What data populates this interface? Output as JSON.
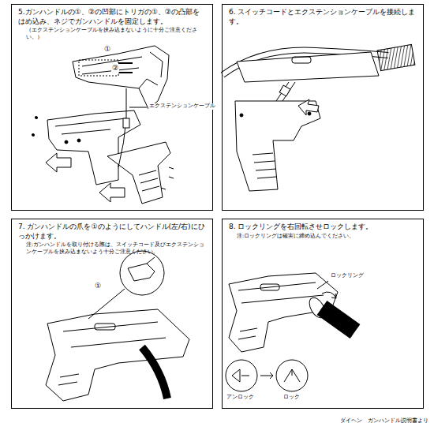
{
  "diagram": {
    "caption": "ダイヘン　ガンハンドル説明書より",
    "nodes": [
      {
        "text": [
          "5.ガンハンドルの①、②の凹部にトリガの①、②の凸部をはめ込み、ネジでガンハンドルを固定します。",
          "（エクステンションケーブルを挟み込まないように十分ご注意ください。）"
        ]
      },
      {
        "text": [
          "6. スイッチコードとエクステンションケーブルを接続します。"
        ]
      },
      {
        "text": [
          "7. ガンハンドルの爪を①のようにしてハンドル(左/右)にひっかけます。",
          "注:ガンハンドルを取り付ける際は、スイッチコード及びエクステンションケーブルを挟み込まないよう十分ご注意ください。"
        ]
      },
      {
        "text": [
          "8. ロックリングを右回転させロックします。",
          "注:ロックリングは確実に締め込んでください。"
        ]
      }
    ],
    "labels": [
      "①",
      "②",
      "エクステンションケーブル",
      "①",
      "ロックリング",
      "アンロック",
      "ロック"
    ]
  }
}
